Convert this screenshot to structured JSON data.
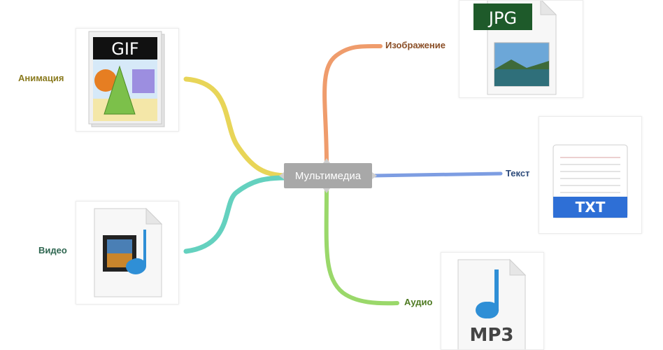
{
  "center": {
    "label": "Мультимедиа"
  },
  "branches": [
    {
      "id": "animation",
      "label": "Анимация",
      "color": "#e8d558",
      "label_color": "#8a7a1e",
      "icon": "gif-file-icon",
      "icon_text": "GIF"
    },
    {
      "id": "video",
      "label": "Видео",
      "color": "#64d1bf",
      "label_color": "#2e6650",
      "icon": "video-music-file-icon"
    },
    {
      "id": "image",
      "label": "Изображение",
      "color": "#ef9c6c",
      "label_color": "#8a4e26",
      "icon": "jpg-file-icon",
      "icon_text": "JPG"
    },
    {
      "id": "text",
      "label": "Текст",
      "color": "#7d9de2",
      "label_color": "#2c4a7a",
      "icon": "txt-file-icon",
      "icon_text": "TXT"
    },
    {
      "id": "audio",
      "label": "Аудио",
      "color": "#9ad86a",
      "label_color": "#4e7a22",
      "icon": "mp3-file-icon",
      "icon_text": "MP3"
    }
  ]
}
